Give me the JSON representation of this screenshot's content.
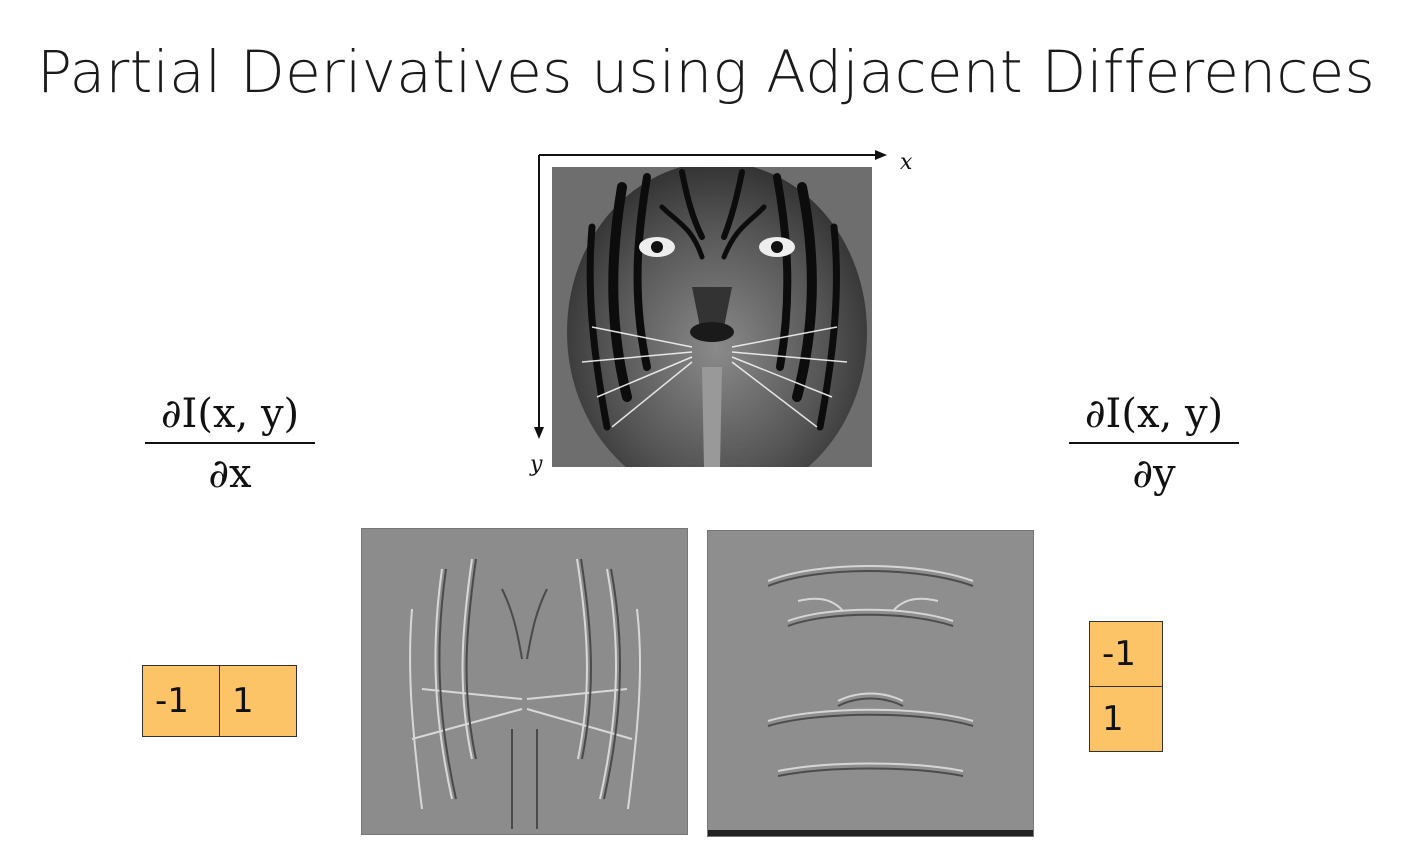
{
  "slide": {
    "title": "Partial Derivatives using Adjacent Differences",
    "axis_x_label": "x",
    "axis_y_label": "y"
  },
  "left_fraction": {
    "numerator": "∂I(x, y)",
    "denominator": "∂x"
  },
  "right_fraction": {
    "numerator": "∂I(x, y)",
    "denominator": "∂y"
  },
  "kernel_x": {
    "cells": [
      "-1",
      "1"
    ],
    "color": "#fcc467"
  },
  "kernel_y": {
    "cells": [
      "-1",
      "1"
    ],
    "color": "#fcc467"
  }
}
